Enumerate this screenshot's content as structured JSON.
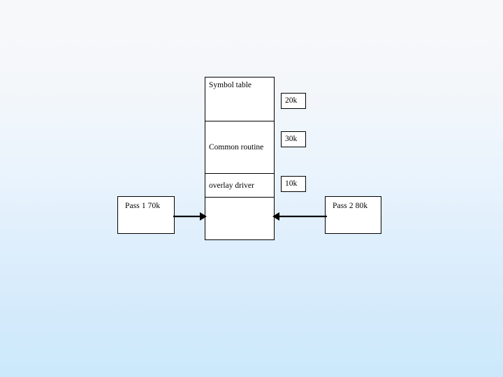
{
  "slide": {
    "background_top_color": "#f7f8f9",
    "background_bottom_color": "#cbe9fb",
    "title": ""
  },
  "memory_column": {
    "segments": [
      {
        "id": "symbol-table",
        "label": "Symbol table"
      },
      {
        "id": "common-routine",
        "label": "Common routine"
      },
      {
        "id": "overlay-driver",
        "label": "overlay driver"
      },
      {
        "id": "free-space",
        "label": ""
      }
    ]
  },
  "size_tags": [
    {
      "id": "20k",
      "label": "20k"
    },
    {
      "id": "30k",
      "label": "30k"
    },
    {
      "id": "10k",
      "label": "10k"
    }
  ],
  "pass_boxes": [
    {
      "id": "pass1",
      "label": "Pass 1  70k"
    },
    {
      "id": "pass2",
      "label": "Pass 2  80k"
    }
  ],
  "arrows": [
    {
      "id": "pass1-to-memory",
      "direction": "right",
      "stroke": "#000000"
    },
    {
      "id": "pass2-to-memory",
      "direction": "left",
      "stroke": "#000000"
    }
  ]
}
